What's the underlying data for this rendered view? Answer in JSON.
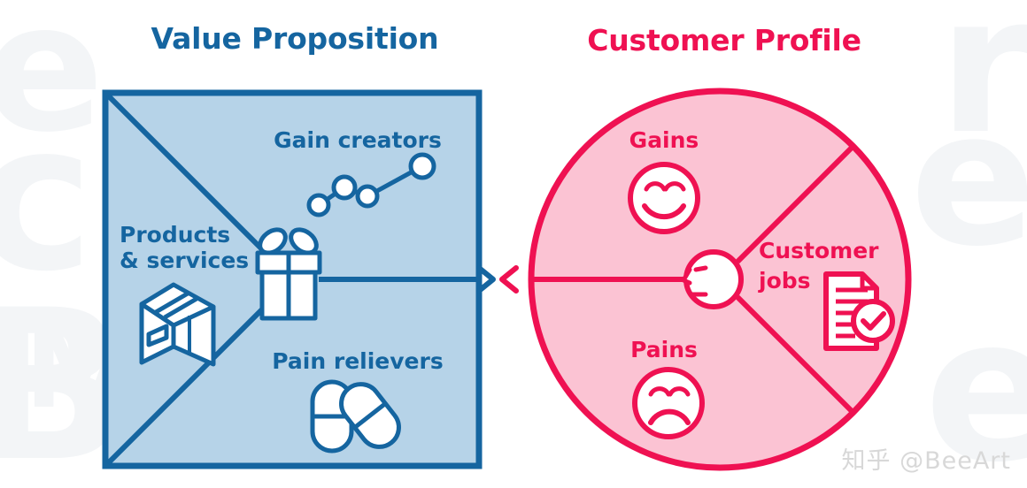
{
  "figure": {
    "kind": "value-proposition-canvas",
    "watermark": "知乎 @BeeArt",
    "background_watermark_letters": [
      "e",
      "c",
      "B",
      "A",
      "r",
      "e",
      "e",
      "M"
    ]
  },
  "colors": {
    "blue_stroke": "#1565a0",
    "blue_fill": "#b6d3e8",
    "blue_title": "#1565a0",
    "red_stroke": "#ef1152",
    "red_fill": "#fbc3d3",
    "red_title": "#ef1152",
    "white": "#ffffff",
    "page_background": "#ffffff",
    "watermark_gray": "#f3f5f7"
  },
  "value_proposition": {
    "title": "Value Proposition",
    "shape": "square",
    "items": [
      {
        "id": "gain-creators",
        "label": "Gain creators",
        "icon": "line-chart-icon",
        "position": "top"
      },
      {
        "id": "products-services",
        "label": "Products\n& services",
        "label_line1": "Products",
        "label_line2": "& services",
        "icon": "package-box-icon",
        "position": "left"
      },
      {
        "id": "pain-relievers",
        "label": "Pain relievers",
        "icon": "pills-icon",
        "position": "bottom"
      },
      {
        "id": "gift",
        "label": "",
        "icon": "gift-box-icon",
        "position": "center"
      }
    ]
  },
  "customer_profile": {
    "title": "Customer Profile",
    "shape": "circle",
    "items": [
      {
        "id": "gains",
        "label": "Gains",
        "icon": "happy-face-icon",
        "position": "top-left"
      },
      {
        "id": "customer-jobs",
        "label": "Customer\njobs",
        "label_line1": "Customer",
        "label_line2": "jobs",
        "icon": "document-check-icon",
        "position": "right"
      },
      {
        "id": "pains",
        "label": "Pains",
        "icon": "sad-face-icon",
        "position": "bottom-left"
      },
      {
        "id": "customer",
        "label": "",
        "icon": "customer-head-icon",
        "position": "center"
      }
    ]
  },
  "connector": {
    "id": "fit-connector",
    "left_arrow_direction": "right",
    "right_arrow_direction": "left",
    "meaning": "fit"
  }
}
